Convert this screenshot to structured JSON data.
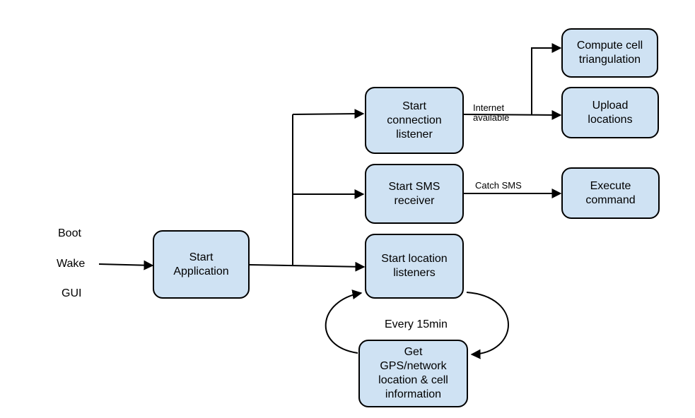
{
  "triggers": [
    "Boot",
    "Wake",
    "GUI"
  ],
  "nodes": {
    "start_application": "Start\nApplication",
    "start_connection_listener": "Start\nconnection\nlistener",
    "start_sms_receiver": "Start SMS\nreceiver",
    "start_location_listeners": "Start location\nlisteners",
    "compute_cell_triangulation": "Compute cell\ntriangulation",
    "upload_locations": "Upload\nlocations",
    "execute_command": "Execute\ncommand",
    "get_location_info": "Get\nGPS/network\nlocation & cell\ninformation"
  },
  "edge_labels": {
    "internet_available": "Internet\navailable",
    "catch_sms": "Catch SMS",
    "every_15min": "Every 15min"
  },
  "colors": {
    "box_fill": "#cfe2f3",
    "stroke": "#000000"
  }
}
